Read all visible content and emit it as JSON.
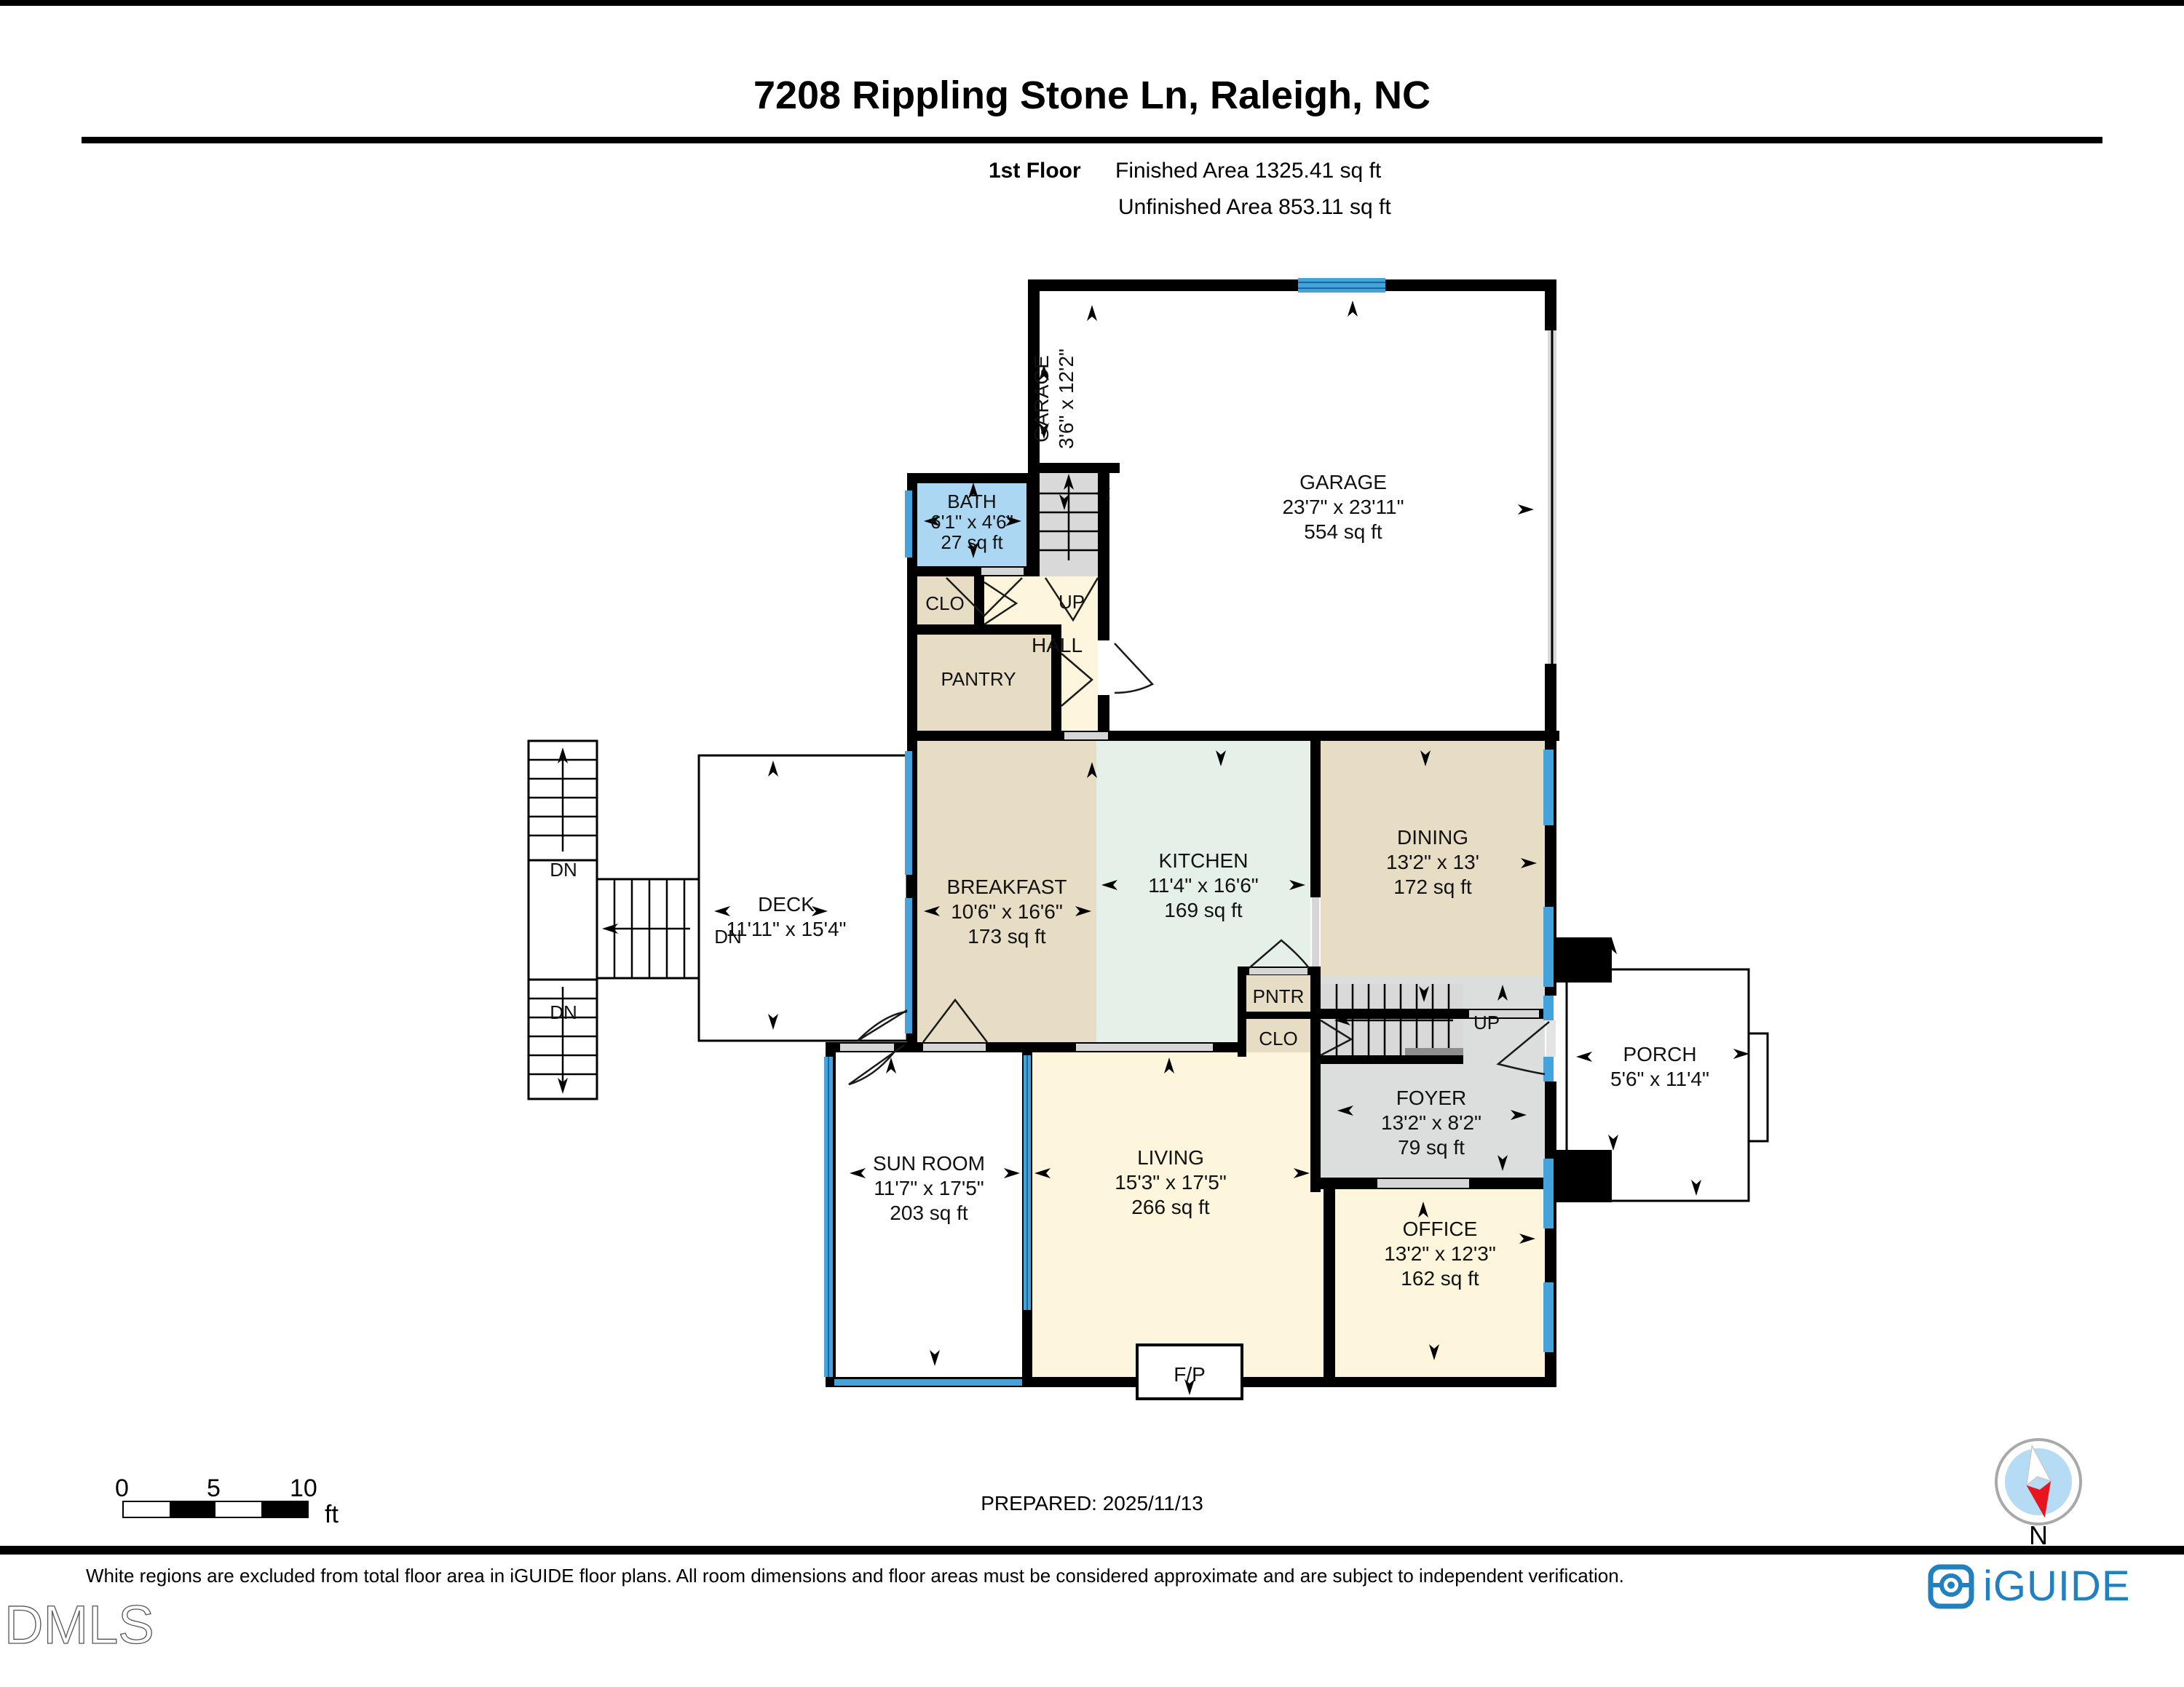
{
  "header": {
    "title": "7208 Rippling Stone Ln, Raleigh, NC",
    "floor_label": "1st Floor",
    "finished_area": "Finished Area 1325.41 sq ft",
    "unfinished_area": "Unfinished Area 853.11 sq ft"
  },
  "rooms": {
    "garage_strip": {
      "name": "GARAGE",
      "dims": "3'6\" x 12'2\""
    },
    "garage": {
      "name": "GARAGE",
      "dims": "23'7\" x 23'11\"",
      "area": "554 sq ft"
    },
    "bath": {
      "name": "BATH",
      "dims": "6'1\" x 4'6\"",
      "area": "27 sq ft"
    },
    "closet_hall": {
      "name": "CLO"
    },
    "pantry": {
      "name": "PANTRY"
    },
    "hall": {
      "name": "HALL"
    },
    "hall_stairs": {
      "name": "UP"
    },
    "breakfast": {
      "name": "BREAKFAST",
      "dims": "10'6\" x 16'6\"",
      "area": "173 sq ft"
    },
    "kitchen": {
      "name": "KITCHEN",
      "dims": "11'4\" x 16'6\"",
      "area": "169 sq ft"
    },
    "dining": {
      "name": "DINING",
      "dims": "13'2\" x 13'",
      "area": "172 sq ft"
    },
    "deck": {
      "name": "DECK",
      "dims": "11'11\" x 15'4\""
    },
    "pantry_closet": {
      "name": "PNTR"
    },
    "closet_foyer": {
      "name": "CLO"
    },
    "foyer_stairs": {
      "name": "UP"
    },
    "foyer": {
      "name": "FOYER",
      "dims": "13'2\" x 8'2\"",
      "area": "79 sq ft"
    },
    "porch": {
      "name": "PORCH",
      "dims": "5'6\" x 11'4\""
    },
    "sun_room": {
      "name": "SUN ROOM",
      "dims": "11'7\" x 17'5\"",
      "area": "203 sq ft"
    },
    "living": {
      "name": "LIVING",
      "dims": "15'3\" x 17'5\"",
      "area": "266 sq ft"
    },
    "office": {
      "name": "OFFICE",
      "dims": "13'2\" x 12'3\"",
      "area": "162 sq ft"
    },
    "fireplace": {
      "name": "F/P"
    }
  },
  "stairs": {
    "down_label_1": "DN",
    "down_label_2": "DN",
    "down_label_3": "DN"
  },
  "scale_bar": {
    "t0": "0",
    "t5": "5",
    "t10": "10",
    "unit": "ft"
  },
  "prepared_label": "PREPARED: 2025/11/13",
  "compass": {
    "north_label": "N"
  },
  "footer": {
    "disclaimer": "White regions are excluded from total floor area in iGUIDE floor plans. All room dimensions and floor areas must be considered approximate and are subject to independent verification.",
    "brand": "iGUIDE"
  },
  "watermark": "DMLS",
  "colors": {
    "accent_blue": "#2180c0",
    "window_blue": "#45a3dc",
    "bath_blue": "#abd7f2",
    "room_tan": "#e7dcc4",
    "room_cream": "#fdf6dc",
    "room_mint": "#e4f0e8",
    "room_gray": "#dcdddd",
    "compass_red": "#e8141e"
  }
}
